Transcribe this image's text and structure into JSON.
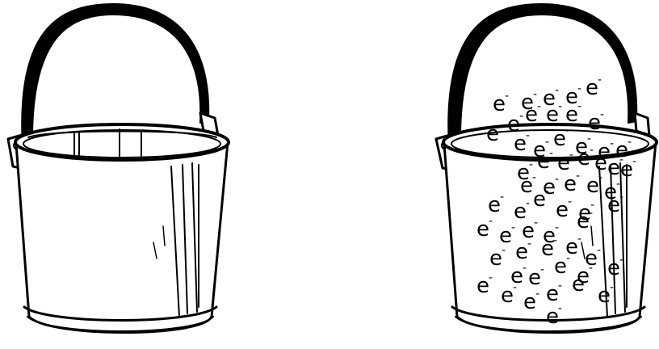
{
  "colors": {
    "ink": "#000000",
    "background": "#ffffff"
  },
  "buckets": [
    {
      "name": "empty-bucket",
      "contents": []
    },
    {
      "name": "full-bucket",
      "contents": "electrons"
    }
  ],
  "electron_symbol": "e",
  "electron_charge": "-",
  "electron_count": 57
}
